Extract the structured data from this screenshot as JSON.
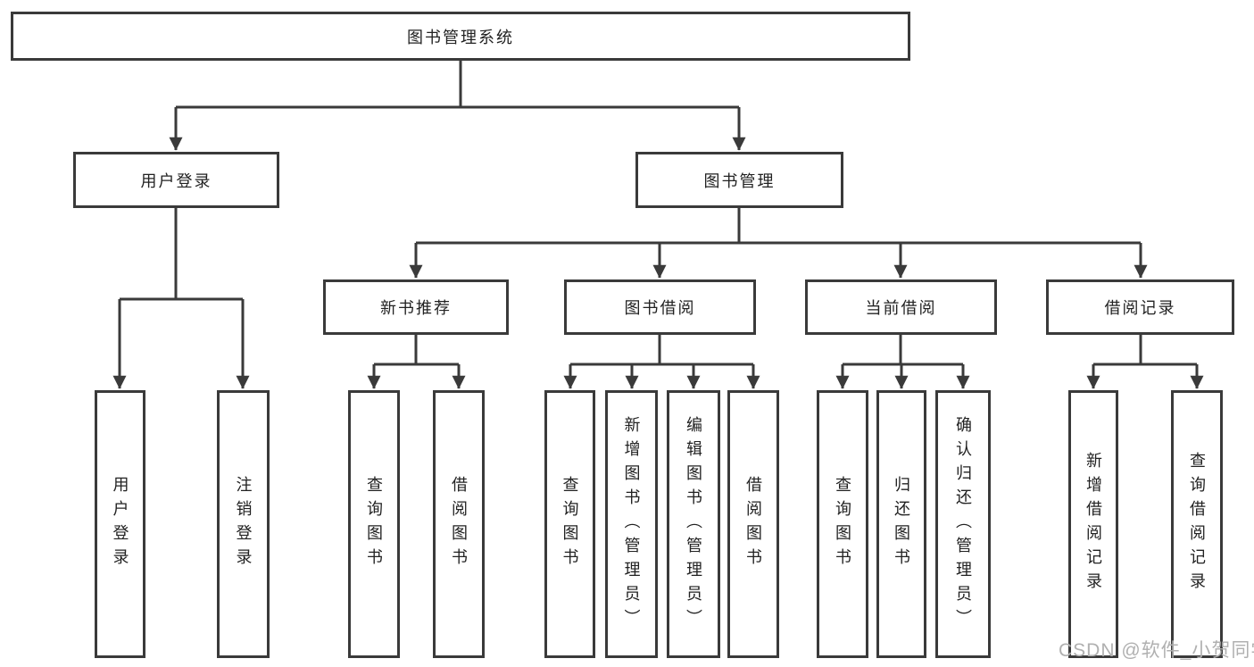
{
  "tree": {
    "label": "图书管理系统",
    "children": [
      {
        "label": "用户登录",
        "children": [
          {
            "label": "用户登录"
          },
          {
            "label": "注销登录"
          }
        ]
      },
      {
        "label": "图书管理",
        "children": [
          {
            "label": "新书推荐",
            "children": [
              {
                "label": "查询图书"
              },
              {
                "label": "借阅图书"
              }
            ]
          },
          {
            "label": "图书借阅",
            "children": [
              {
                "label": "查询图书"
              },
              {
                "label": "新增图书（管理员）"
              },
              {
                "label": "编辑图书（管理员）"
              },
              {
                "label": "借阅图书"
              }
            ]
          },
          {
            "label": "当前借阅",
            "children": [
              {
                "label": "查询图书"
              },
              {
                "label": "归还图书"
              },
              {
                "label": "确认归还（管理员）"
              }
            ]
          },
          {
            "label": "借阅记录",
            "children": [
              {
                "label": "新增借阅记录"
              },
              {
                "label": "查询借阅记录"
              }
            ]
          }
        ]
      }
    ]
  },
  "watermark": "CSDN @软件_小贺同学",
  "colors": {
    "line": "#3a3a3a",
    "box_border": "#3a3a3a",
    "text": "#222222",
    "watermark": "#b0b0b0",
    "background": "#ffffff"
  }
}
